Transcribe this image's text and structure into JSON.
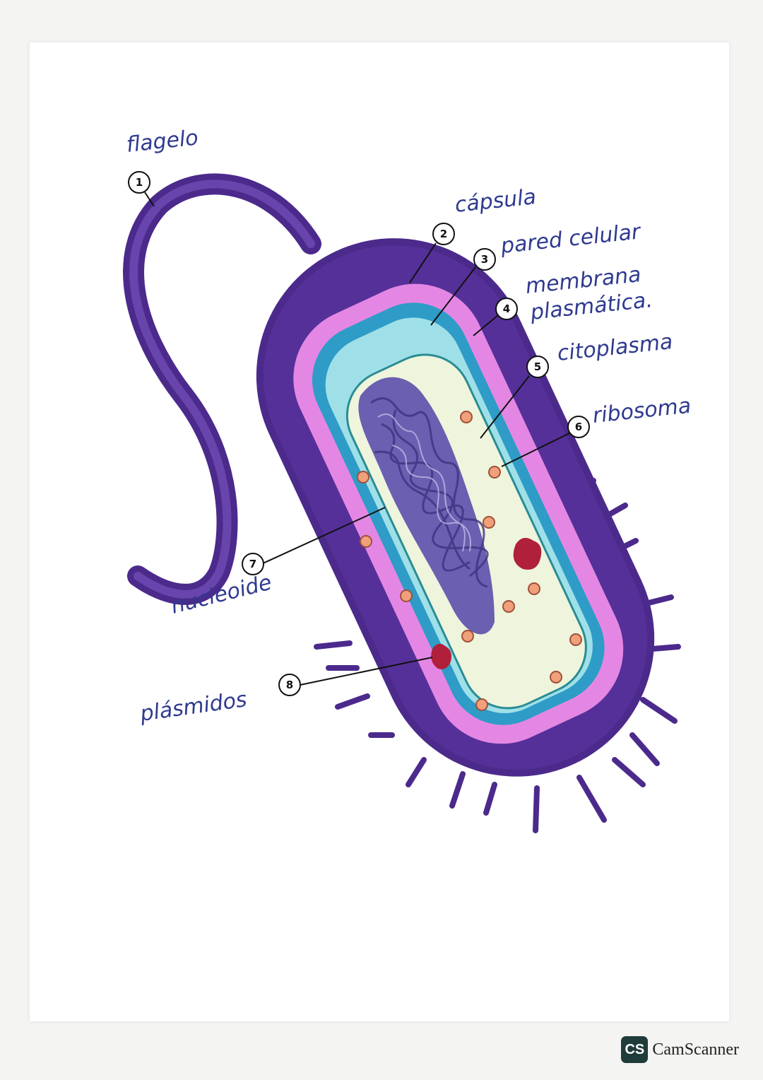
{
  "labels": [
    {
      "number": "1",
      "text": "flagelo"
    },
    {
      "number": "",
      "text": "cápsula"
    },
    {
      "number": "2",
      "text": ""
    },
    {
      "number": "3",
      "text": "pared celular"
    },
    {
      "number": "4",
      "text": "membrana plasmática."
    },
    {
      "number": "5",
      "text": "citoplasma"
    },
    {
      "number": "6",
      "text": "ribosoma"
    },
    {
      "number": "7",
      "text": "nucleoide"
    },
    {
      "number": "8",
      "text": "plásmidos"
    }
  ],
  "label_lines": {
    "membrana": "membrana",
    "plasmatica": "plasmática."
  },
  "watermark": {
    "logo": "CS",
    "name": "CamScanner"
  },
  "colors": {
    "capsule": "#4b2a8c",
    "wall": "#e487e4",
    "membrane": "#2e9cc6",
    "membrane_light": "#9fe0e8",
    "cytoplasm": "#eef5dc",
    "ribosome": "#f0a07a",
    "plasmid": "#b0203a",
    "nucleoid": "#6a5fb0",
    "ink": "#2f3a8f"
  }
}
